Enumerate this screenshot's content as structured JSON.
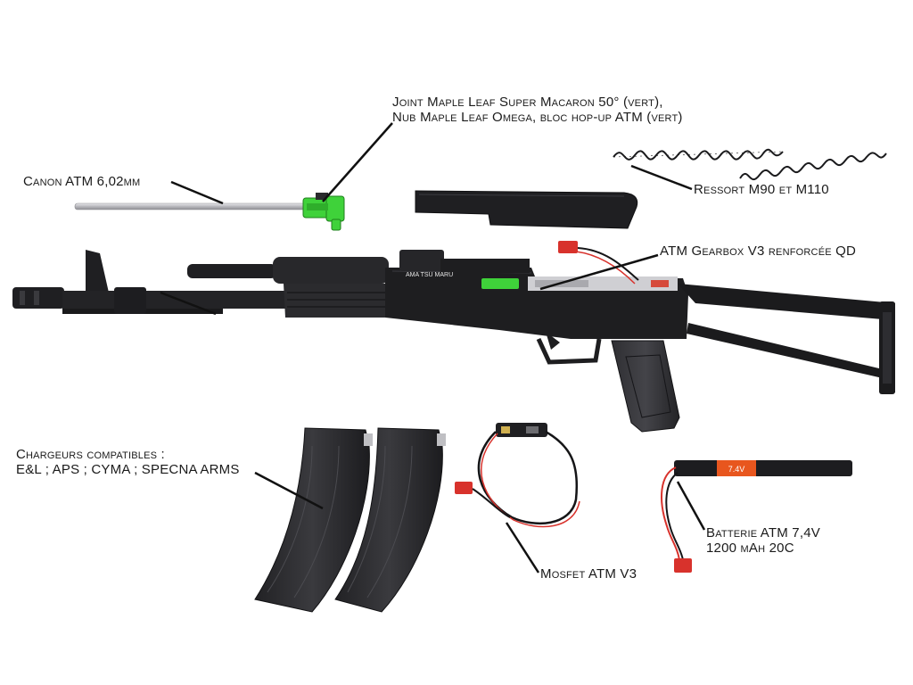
{
  "labels": {
    "joint_line1": "Joint Maple Leaf Super Macaron 50° (vert),",
    "joint_line2": "Nub Maple Leaf Omega, bloc hop-up ATM (vert)",
    "canon": "Canon ATM 6,02mm",
    "ressort": "Ressort M90 et M110",
    "gearbox": "ATM Gearbox V3 renforcée QD",
    "chargeurs_line1": "Chargeurs compatibles :",
    "chargeurs_line2": "E&L ; APS ; CYMA ; SPECNA ARMS",
    "batterie_line1": "Batterie ATM 7,4V",
    "batterie_line2": "1200 mAh 20C",
    "mosfet": "Mosfet ATM V3"
  },
  "markings": {
    "receiver_logo": "AMA TSU MARU",
    "battery_voltage": "7.4V"
  },
  "colors": {
    "background": "#ffffff",
    "gun_black": "#1e1e20",
    "gun_dark": "#2b2b2e",
    "hopup_green": "#3fd23a",
    "barrel_silver": "#c8c8cc",
    "battery_orange": "#e8561e",
    "wire_red": "#d8322c",
    "text": "#1a1a1a"
  }
}
